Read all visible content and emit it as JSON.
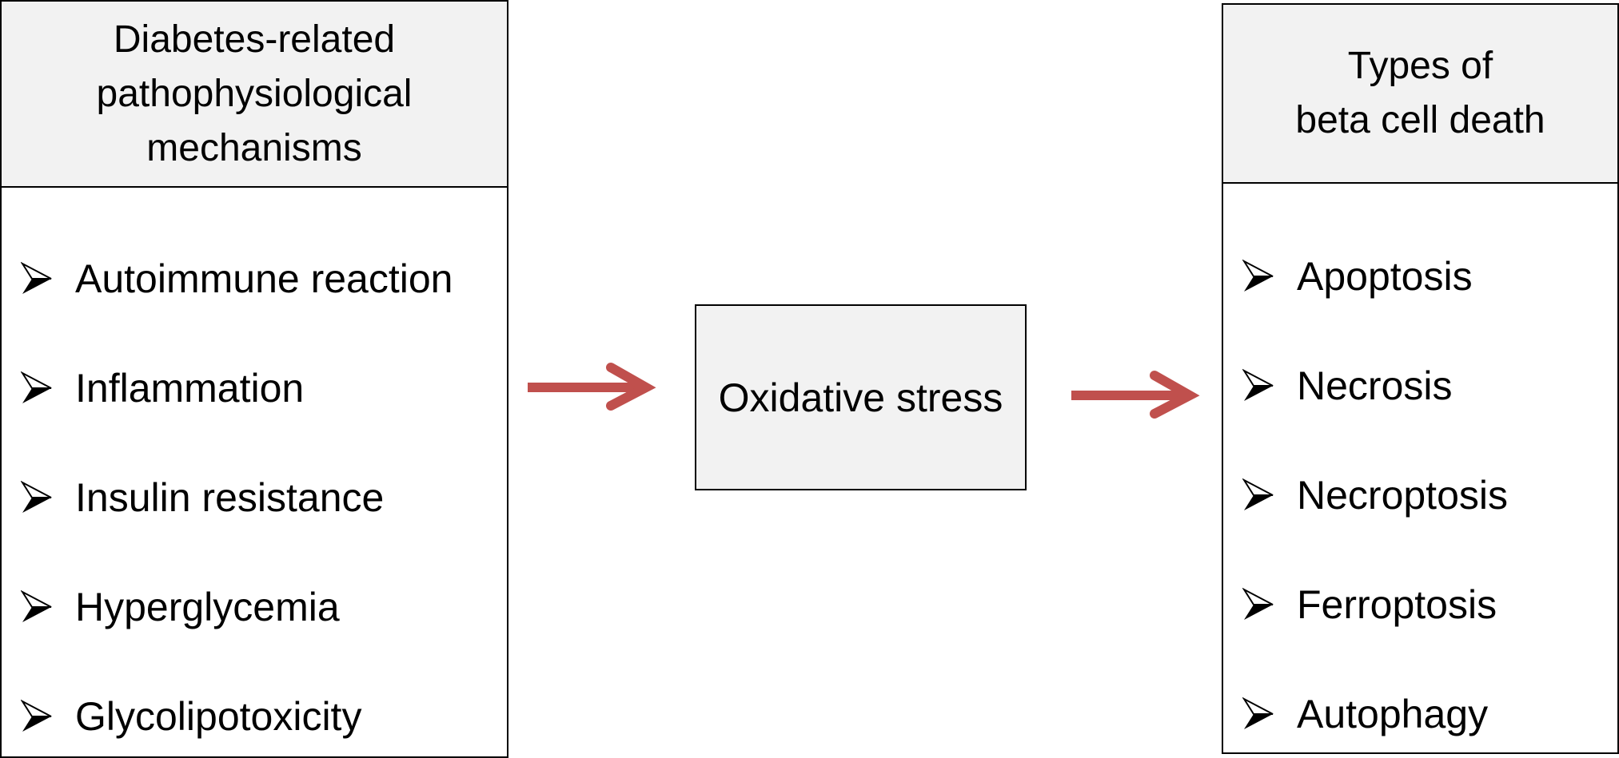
{
  "left_panel": {
    "header_lines": [
      "Diabetes-related",
      "pathophysiological",
      "mechanisms"
    ],
    "items": [
      "Autoimmune reaction",
      "Inflammation",
      "Insulin resistance",
      "Hyperglycemia",
      "Glycolipotoxicity"
    ]
  },
  "center_box": {
    "label": "Oxidative stress"
  },
  "right_panel": {
    "header_lines": [
      "Types of",
      "beta cell death"
    ],
    "items": [
      "Apoptosis",
      "Necrosis",
      "Necroptosis",
      "Ferroptosis",
      "Autophagy"
    ]
  },
  "colors": {
    "arrow": "#c0504d",
    "header_fill": "#f2f2f2",
    "border": "#000000"
  },
  "icons": {
    "bullet": "arrowhead-bullet-icon",
    "connector": "right-arrow-icon"
  }
}
